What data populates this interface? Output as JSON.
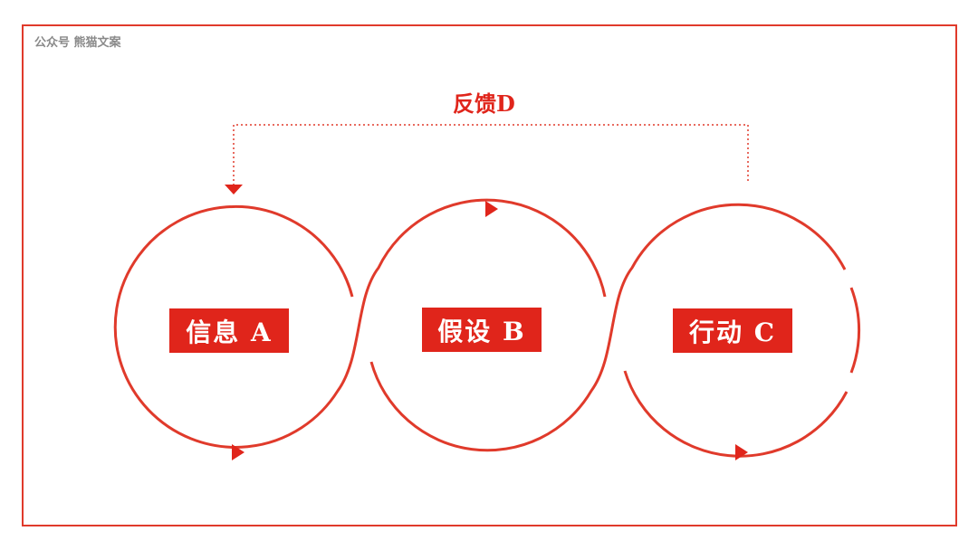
{
  "watermark": "公众号 熊猫文案",
  "feedback": "反馈D",
  "nodes": [
    {
      "label": "信息 A"
    },
    {
      "label": "假设 B"
    },
    {
      "label": "行动 C"
    }
  ],
  "colors": {
    "accent": "#e0251b"
  }
}
